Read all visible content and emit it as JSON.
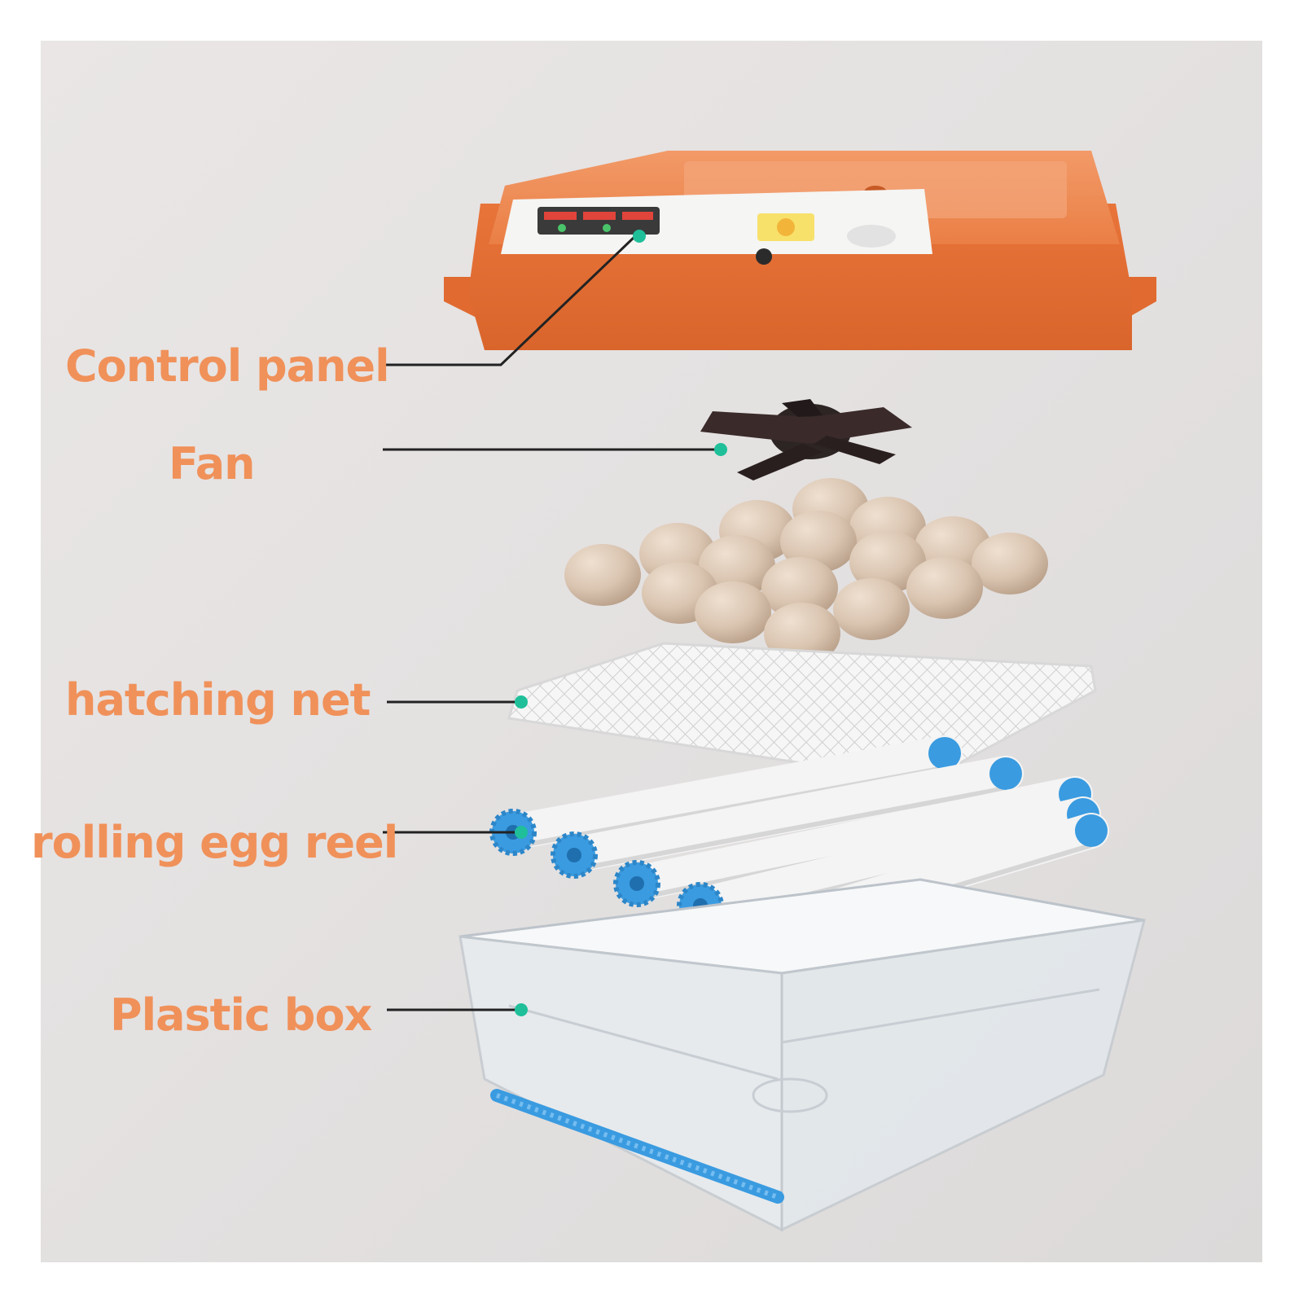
{
  "labels": {
    "control_panel": "Control panel",
    "fan": "Fan",
    "hatching_net": "hatching net",
    "rolling_egg_reel": "rolling egg reel",
    "plastic_box": "Plastic box"
  },
  "colors": {
    "label": "#f0915a",
    "lid": "#e8743a",
    "marker": "#1fbf9a",
    "egg": "#d9c4b0",
    "reel_gear": "#3a9be0",
    "leader_line": "#222222"
  },
  "icons": [
    "fan-icon",
    "egg-icon",
    "gear-icon"
  ]
}
